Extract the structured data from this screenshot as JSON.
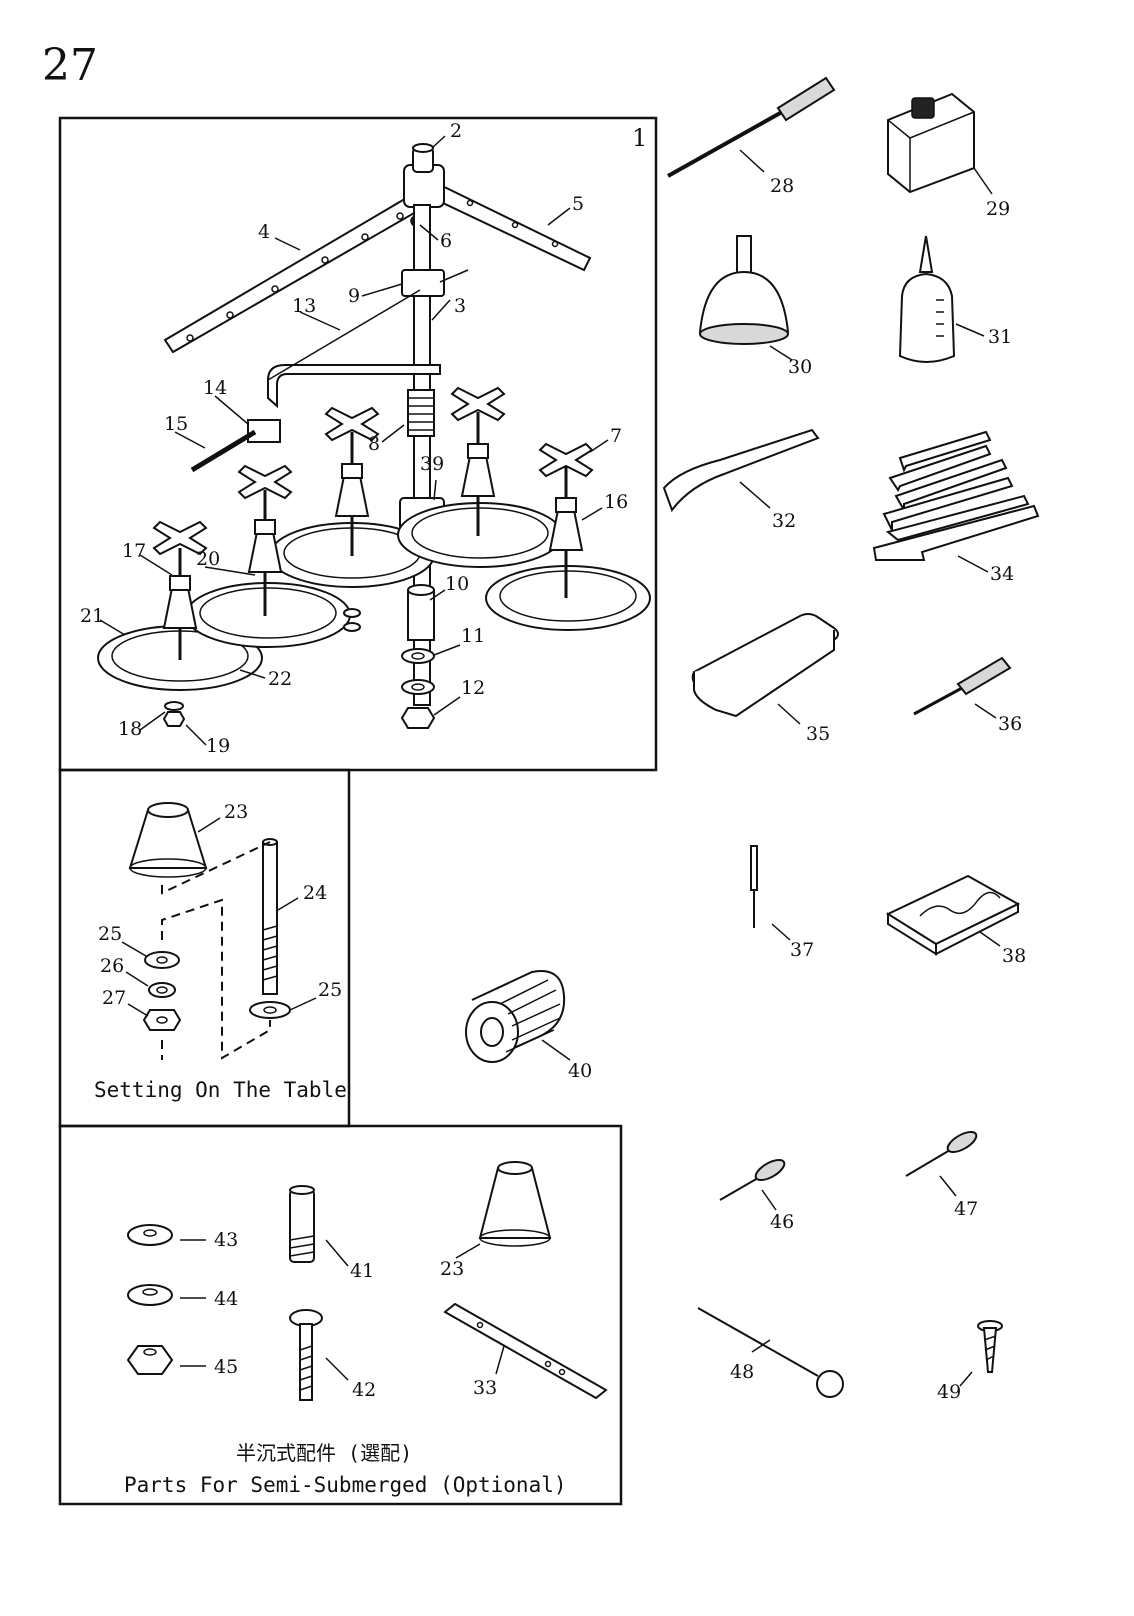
{
  "page_number": "27",
  "main_assembly_number": "1",
  "captions": {
    "setting_on_table": "Setting On The Table",
    "semi_submerged_zh": "半沉式配件 (選配)",
    "semi_submerged_en": "Parts For Semi-Submerged (Optional)"
  },
  "labels": {
    "n2": "2",
    "n3": "3",
    "n4": "4",
    "n5": "5",
    "n6": "6",
    "n7": "7",
    "n8": "8",
    "n9": "9",
    "n10": "10",
    "n11": "11",
    "n12": "12",
    "n13": "13",
    "n14": "14",
    "n15": "15",
    "n16": "16",
    "n17": "17",
    "n18": "18",
    "n19": "19",
    "n20": "20",
    "n21": "21",
    "n22": "22",
    "n23a": "23",
    "n23b": "23",
    "n24": "24",
    "n25a": "25",
    "n25b": "25",
    "n26": "26",
    "n27": "27",
    "n28": "28",
    "n29": "29",
    "n30": "30",
    "n31": "31",
    "n32": "32",
    "n33": "33",
    "n34": "34",
    "n35": "35",
    "n36": "36",
    "n37": "37",
    "n38": "38",
    "n39": "39",
    "n40": "40",
    "n41": "41",
    "n42": "42",
    "n43": "43",
    "n44": "44",
    "n45": "45",
    "n46": "46",
    "n47": "47",
    "n48": "48",
    "n49": "49"
  }
}
